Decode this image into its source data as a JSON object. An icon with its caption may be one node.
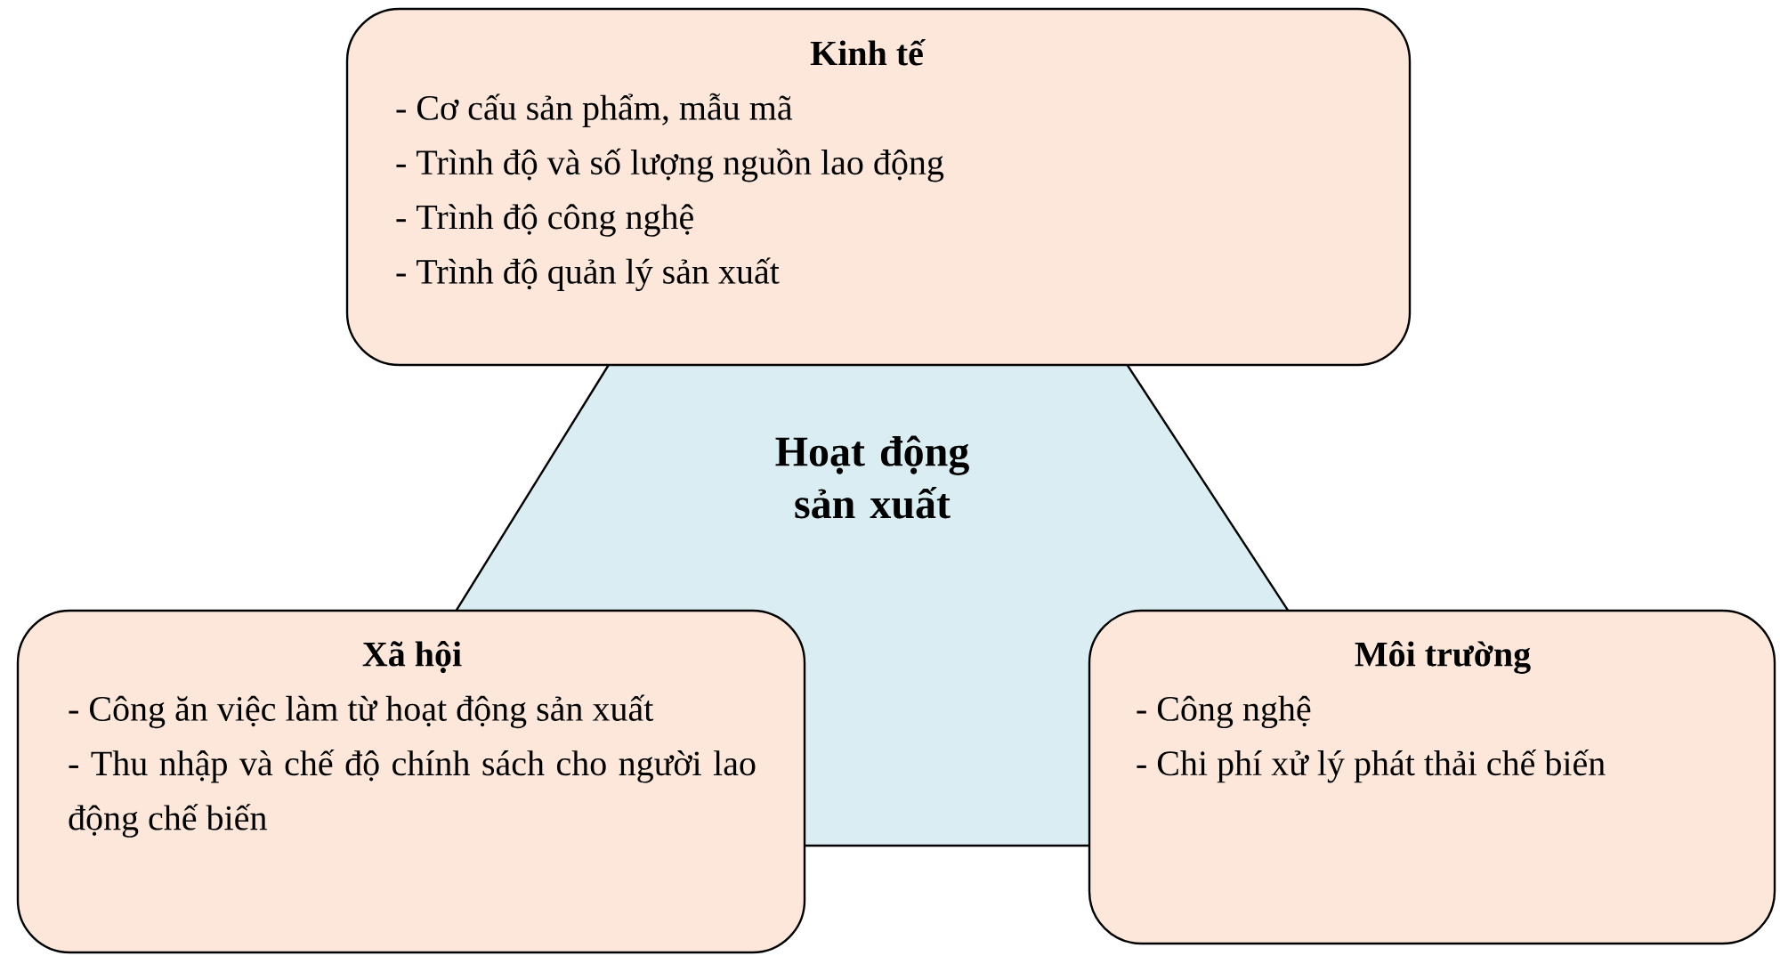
{
  "diagram": {
    "nodes": [
      {
        "text": [
          "Kinh tế",
          "- Cơ cấu sản phẩm, mẫu mã",
          "- Trình độ và số lượng nguồn lao động",
          "- Trình độ công nghệ",
          "- Trình độ quản lý sản xuất"
        ]
      },
      {
        "text": [
          "Hoạt động sản xuất"
        ]
      },
      {
        "text": [
          "Xã hội",
          "- Công ăn việc làm từ hoạt động sản xuất",
          "- Thu nhập và chế độ chính sách cho người lao động chế biến"
        ]
      },
      {
        "text": [
          "Môi trường",
          "- Công nghệ",
          "- Chi phí xử lý phát thải chế biến"
        ]
      }
    ]
  }
}
